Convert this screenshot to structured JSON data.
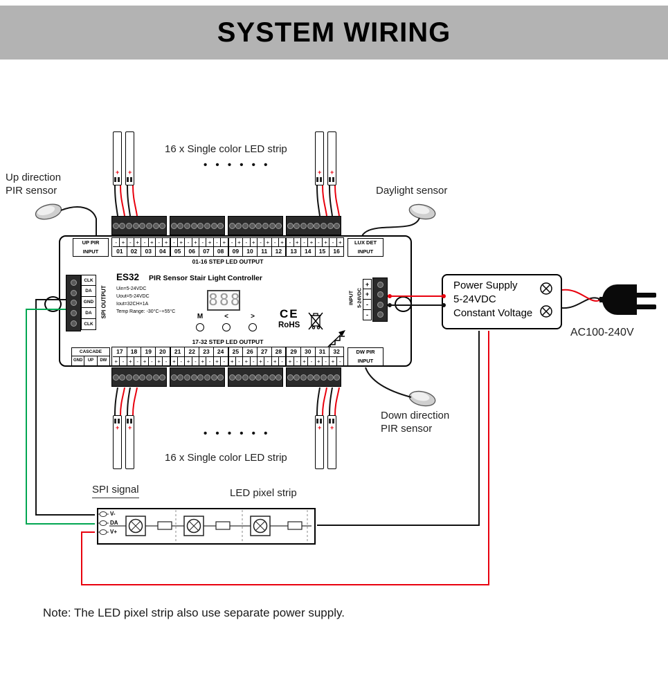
{
  "header": {
    "title": "SYSTEM WIRING"
  },
  "labels": {
    "top_strip": "16 x Single color LED strip",
    "bottom_strip": "16 x Single color LED strip",
    "dots_top": "• • • • • •",
    "dots_bottom": "• • • • • •",
    "up_pir_1": "Up direction",
    "up_pir_2": "PIR sensor",
    "daylight": "Daylight sensor",
    "down_pir_1": "Down direction",
    "down_pir_2": "PIR sensor",
    "spi_signal": "SPI signal",
    "led_pixel_strip": "LED pixel strip",
    "ac_rating": "AC100-240V",
    "note": "Note: The LED pixel strip also use separate power supply.",
    "pad_plus": "+"
  },
  "controller": {
    "model": "ES32",
    "title": "PIR Sensor Stair Light Controller",
    "specs": [
      "Uin=5-24VDC",
      "Uout=5-24VDC",
      "Iout=32CH×1A",
      "Temp Range: -30°C~+55°C"
    ],
    "display": "888",
    "buttons": [
      "M",
      "<",
      ">"
    ],
    "top_output_label": "01-16 STEP LED OUTPUT",
    "bottom_output_label": "17-32 STEP LED OUTPUT",
    "ce_mark": "CE",
    "rohs_mark": "RoHS",
    "up_pir_box": {
      "l1": "UP PIR",
      "l2": "INPUT"
    },
    "lux_det_box": {
      "l1": "LUX DET",
      "l2": "INPUT"
    },
    "dw_pir_box": {
      "l1": "DW PIR",
      "l2": "INPUT"
    },
    "cascade": {
      "title": "CASCADE",
      "pins": [
        "GND",
        "UP",
        "DW"
      ]
    },
    "spi_output": {
      "label": "SPI OUTPUT",
      "pins": [
        "CLK",
        "DA",
        "GND",
        "DA",
        "CLK"
      ]
    },
    "power_input": {
      "label_1": "INPUT",
      "label_2": "5-24VDC",
      "pins": [
        "+",
        "+",
        "-",
        "-"
      ]
    },
    "top_channels": [
      {
        "n": "01",
        "a": "-",
        "b": "+"
      },
      {
        "n": "02",
        "a": "-",
        "b": "+"
      },
      {
        "n": "03",
        "a": "-",
        "b": "+"
      },
      {
        "n": "04",
        "a": "-",
        "b": "+"
      },
      {
        "n": "05",
        "a": "-",
        "b": "+"
      },
      {
        "n": "06",
        "a": "-",
        "b": "+"
      },
      {
        "n": "07",
        "a": "-",
        "b": "+"
      },
      {
        "n": "08",
        "a": "-",
        "b": "+"
      },
      {
        "n": "09",
        "a": "-",
        "b": "+"
      },
      {
        "n": "10",
        "a": "-",
        "b": "+"
      },
      {
        "n": "11",
        "a": "-",
        "b": "+"
      },
      {
        "n": "12",
        "a": "-",
        "b": "+"
      },
      {
        "n": "13",
        "a": "-",
        "b": "+"
      },
      {
        "n": "14",
        "a": "-",
        "b": "+"
      },
      {
        "n": "15",
        "a": "-",
        "b": "+"
      },
      {
        "n": "16",
        "a": "-",
        "b": "+"
      }
    ],
    "bottom_channels": [
      {
        "n": "17",
        "a": "+",
        "b": "-"
      },
      {
        "n": "18",
        "a": "+",
        "b": "-"
      },
      {
        "n": "19",
        "a": "+",
        "b": "-"
      },
      {
        "n": "20",
        "a": "+",
        "b": "-"
      },
      {
        "n": "21",
        "a": "+",
        "b": "-"
      },
      {
        "n": "22",
        "a": "+",
        "b": "-"
      },
      {
        "n": "23",
        "a": "+",
        "b": "-"
      },
      {
        "n": "24",
        "a": "+",
        "b": "-"
      },
      {
        "n": "25",
        "a": "+",
        "b": "-"
      },
      {
        "n": "26",
        "a": "+",
        "b": "-"
      },
      {
        "n": "27",
        "a": "+",
        "b": "-"
      },
      {
        "n": "28",
        "a": "+",
        "b": "-"
      },
      {
        "n": "29",
        "a": "+",
        "b": "-"
      },
      {
        "n": "30",
        "a": "+",
        "b": "-"
      },
      {
        "n": "31",
        "a": "+",
        "b": "-"
      },
      {
        "n": "32",
        "a": "+",
        "b": "-"
      }
    ]
  },
  "power_supply": {
    "line1": "Power Supply",
    "line2": "5-24VDC",
    "line3": "Constant Voltage"
  },
  "pixel_strip": {
    "pins": [
      "V-",
      "DA",
      "V+"
    ]
  },
  "decor": {
    "screws8": [
      0,
      0,
      0,
      0,
      0,
      0,
      0,
      0
    ],
    "screws5": [
      0,
      0,
      0,
      0,
      0
    ],
    "screws4": [
      0,
      0,
      0,
      0
    ]
  },
  "colors": {
    "header_bg": "#b3b3b3",
    "wire_red": "#e8000d",
    "wire_green": "#00a651",
    "wire_black": "#111111"
  }
}
